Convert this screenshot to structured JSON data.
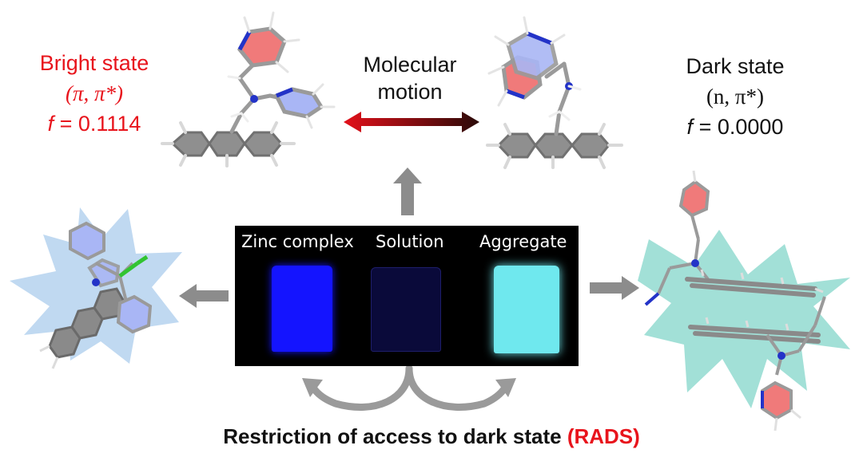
{
  "bright_state": {
    "title": "Bright state",
    "transition": "(π, π*)",
    "oscillator_label": "f",
    "oscillator_value": "= 0.1114",
    "color": "#e8141c"
  },
  "molecular_motion": {
    "line1": "Molecular",
    "line2": "motion"
  },
  "dark_state": {
    "title": "Dark state",
    "transition": "(n, π*)",
    "oscillator_label": "f",
    "oscillator_value": "= 0.0000"
  },
  "photo": {
    "labels": [
      "Zinc complex",
      "Solution",
      "Aggregate"
    ],
    "vial_colors": [
      "#1414ff",
      "#0a0a3a",
      "#6fe8ee"
    ]
  },
  "footer": {
    "text": "Restriction of access to dark state",
    "acronym": "(RADS)",
    "acronym_color": "#e8141c"
  },
  "icons": {
    "arrows": [
      "arrow-up-icon",
      "arrow-left-icon",
      "arrow-right-icon",
      "double-arrow-icon",
      "curved-arrows-icon"
    ],
    "molecules": [
      "bright-state-molecule",
      "dark-state-molecule",
      "zinc-complex-molecule",
      "aggregate-dimer-molecule"
    ]
  }
}
